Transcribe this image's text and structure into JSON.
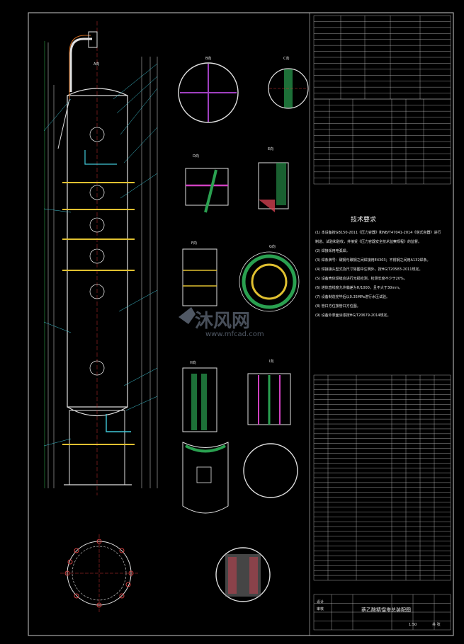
{
  "title_block": {
    "drawing_title": "萘乙酸精馏塔总装配图",
    "scale": "1:50",
    "sheet_label": "共 张",
    "design_label": "设计",
    "check_label": "审核"
  },
  "tech_requirements": {
    "heading": "技术要求",
    "lines": [
      "(1) 本设备按GB150-2011《压力容器》和NB/T47041-2014《塔式容器》进行",
      "制造、试验和验收，并接受《压力容器安全技术监察规程》的监督。",
      "(2) 焊接采用电弧焊。",
      "(3) 焊条牌号：碳钢与碳钢之间焊接用E4303；不锈钢之间用A132焊条。",
      "(4) 焊接接头型式及尺寸除图中注明外，按HG/T20583-2011规定。",
      "(5) 设备壳体焊缝应进行无损检测，检测长度不少于20%。",
      "(6) 塔体直线度允许偏差为H/1000，且不大于30mm。",
      "(7) 设备制造完毕后以0.35MPa进行水压试验。",
      "(8) 管口方位按管口方位图。",
      "(9) 设备外表面涂漆按HG/T20679-2014规定。"
    ]
  },
  "watermark": {
    "brand": "沐风网",
    "url": "www.mfcad.com"
  },
  "section_labels": [
    "A向",
    "B向",
    "C向",
    "D向",
    "E向",
    "F向",
    "G向",
    "H向",
    "I向"
  ]
}
